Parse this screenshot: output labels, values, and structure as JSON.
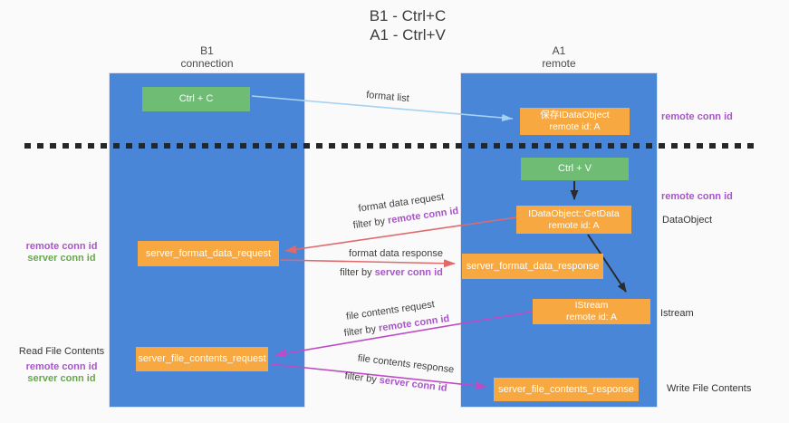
{
  "title": {
    "line1": "B1 - Ctrl+C",
    "line2": "A1 - Ctrl+V"
  },
  "lanes": {
    "b1": {
      "name": "B1",
      "role": "connection"
    },
    "a1": {
      "name": "A1",
      "role": "remote"
    }
  },
  "nodes": {
    "ctrl_c": {
      "label": "Ctrl + C"
    },
    "ctrl_v": {
      "label": "Ctrl + V"
    },
    "save_idataobject": {
      "line1": "保存IDataObject",
      "line2": "remote id: A"
    },
    "idataobject_getdata": {
      "line1": "IDataObject::GetData",
      "line2": "remote id: A"
    },
    "istream": {
      "line1": "IStream",
      "line2": "remote id: A"
    },
    "server_format_data_request": {
      "label": "server_format_data_request"
    },
    "server_format_data_response": {
      "label": "server_format_data_response"
    },
    "server_file_contents_request": {
      "label": "server_file_contents_request"
    },
    "server_file_contents_response": {
      "label": "server_file_contents_response"
    }
  },
  "edge_labels": {
    "format_list": "format list",
    "format_data_request": "format data request",
    "format_data_response": "format data response",
    "file_contents_request": "file contents request",
    "file_contents_response": "file contents response",
    "filter_prefix": "filter by ",
    "remote_conn_id": "remote conn id",
    "server_conn_id": "server conn id"
  },
  "side_labels": {
    "remote_conn_id": "remote conn id",
    "server_conn_id": "server conn id",
    "dataobject": "DataObject",
    "istream": "Istream",
    "read_file_contents": "Read File Contents",
    "write_file_contents": "Write File Contents"
  },
  "colors": {
    "lane_blue": "#4a86d8",
    "node_green": "#6fbc74",
    "node_orange": "#f7a840",
    "arrow_light_blue": "#a6d2f2",
    "arrow_salmon": "#e06a6a",
    "arrow_magenta": "#bf4bc4",
    "arrow_black": "#2b2b2b",
    "label_purple": "#a855c8",
    "label_green": "#68a74f"
  }
}
